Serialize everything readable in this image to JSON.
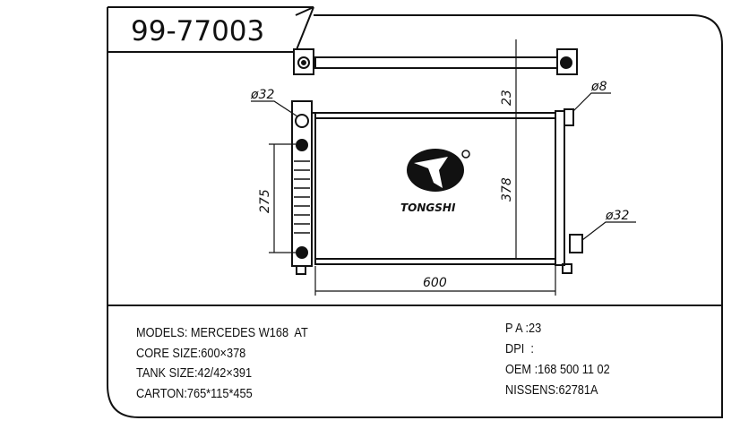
{
  "title": "99-77003",
  "dimensions": {
    "pipe_left": "ø32",
    "pipe_right": "ø32",
    "small_pipe": "ø8",
    "height_275": "275",
    "height_378": "378",
    "gap_23": "23",
    "width_600": "600"
  },
  "logo": {
    "text": "TONGSHI"
  },
  "specs_left": [
    "MODELS: MERCEDES W168  AT",
    "CORE SIZE:600×378",
    "TANK SIZE:42/42×391",
    "CARTON:765*115*455"
  ],
  "specs_right": [
    "P A :23",
    "DPI  :",
    "OEM :168 500 11 02",
    "NISSENS:62781A"
  ]
}
